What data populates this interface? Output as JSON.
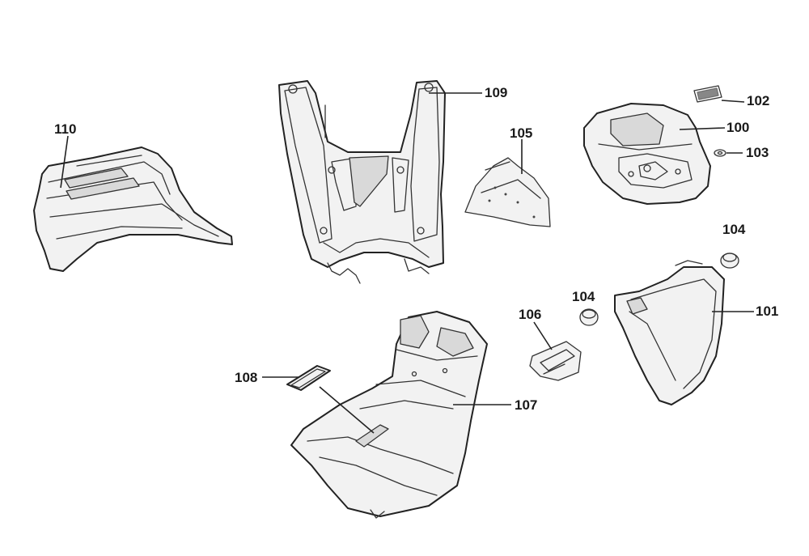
{
  "diagram": {
    "callouts": [
      {
        "id": "c110",
        "text": "110"
      },
      {
        "id": "c109",
        "text": "109"
      },
      {
        "id": "c105",
        "text": "105"
      },
      {
        "id": "c102",
        "text": "102"
      },
      {
        "id": "c100",
        "text": "100"
      },
      {
        "id": "c103",
        "text": "103"
      },
      {
        "id": "c104a",
        "text": "104"
      },
      {
        "id": "c104b",
        "text": "104"
      },
      {
        "id": "c101",
        "text": "101"
      },
      {
        "id": "c106",
        "text": "106"
      },
      {
        "id": "c108",
        "text": "108"
      },
      {
        "id": "c107",
        "text": "107"
      }
    ]
  }
}
